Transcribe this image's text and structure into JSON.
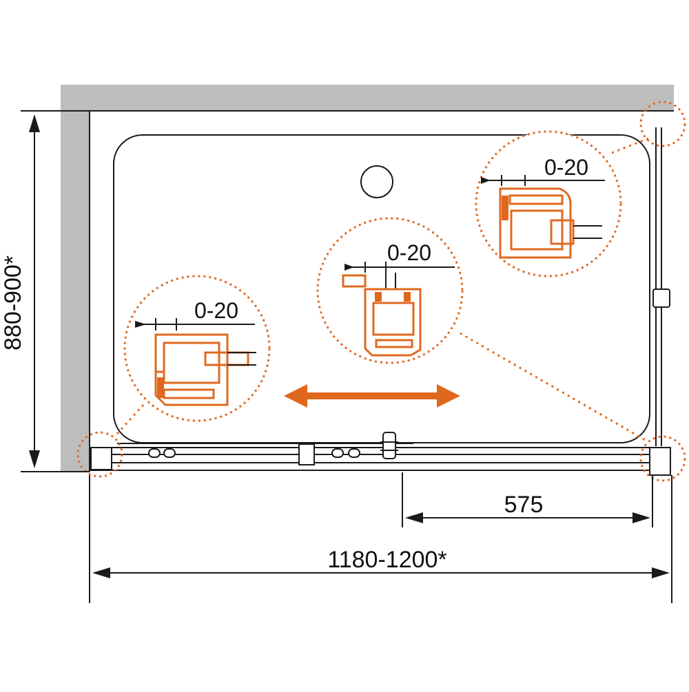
{
  "dimensions": {
    "width": "1180-1200*",
    "depth": "880-900*",
    "door": "575"
  },
  "details": {
    "left": "0-20",
    "center": "0-20",
    "right": "0-20"
  },
  "colors": {
    "accent": "#e0681e",
    "wall": "#bdbdbd",
    "line": "#1a1a1a"
  },
  "icons": {
    "slide": "double-arrow-icon"
  }
}
